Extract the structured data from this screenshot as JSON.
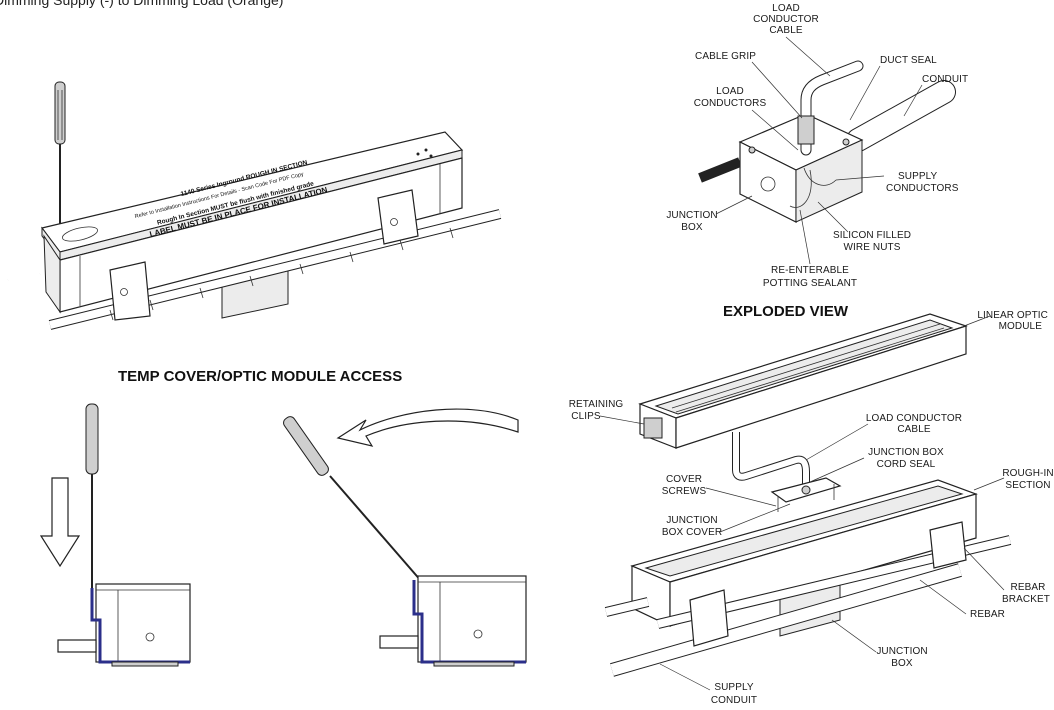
{
  "top_caption": "Dimming Supply (-) to Dimming Load (Orange)",
  "headings": {
    "exploded_view": "EXPLODED VIEW",
    "temp_cover": "TEMP COVER/OPTIC MODULE ACCESS"
  },
  "product_label": {
    "line1": "1140 Series Inground ROUGH IN SECTION",
    "line2": "Refer to Installation Instructions For Details - Scan Code For PDF Copy",
    "line3": "Rough In Section MUST be flush with finished grade",
    "line4": "LABEL MUST BE IN PLACE FOR INSTALLATION"
  },
  "callouts": {
    "load_conductor_cable_top": [
      "LOAD",
      "CONDUCTOR",
      "CABLE"
    ],
    "cable_grip": [
      "CABLE GRIP"
    ],
    "duct_seal": [
      "DUCT SEAL"
    ],
    "conduit": [
      "CONDUIT"
    ],
    "load_conductors": [
      "LOAD",
      "CONDUCTORS"
    ],
    "supply_conductors": [
      "SUPPLY",
      "CONDUCTORS"
    ],
    "junction_box_top": [
      "JUNCTION",
      "BOX"
    ],
    "silicon_wire_nuts": [
      "SILICON FILLED",
      "WIRE NUTS"
    ],
    "potting_sealant": [
      "RE-ENTERABLE",
      "POTTING SEALANT"
    ],
    "linear_optic_module": [
      "LINEAR OPTIC",
      "MODULE"
    ],
    "retaining_clips": [
      "RETAINING",
      "CLIPS"
    ],
    "load_conductor_cable": [
      "LOAD CONDUCTOR",
      "CABLE"
    ],
    "junction_box_cord_seal": [
      "JUNCTION BOX",
      "CORD SEAL"
    ],
    "cover_screws": [
      "COVER",
      "SCREWS"
    ],
    "rough_in_section": [
      "ROUGH-IN",
      "SECTION"
    ],
    "junction_box_cover": [
      "JUNCTION",
      "BOX COVER"
    ],
    "rebar_bracket": [
      "REBAR",
      "BRACKET"
    ],
    "rebar": [
      "REBAR"
    ],
    "junction_box_bottom": [
      "JUNCTION",
      "BOX"
    ],
    "supply_conduit": [
      "SUPPLY",
      "CONDUIT"
    ]
  }
}
